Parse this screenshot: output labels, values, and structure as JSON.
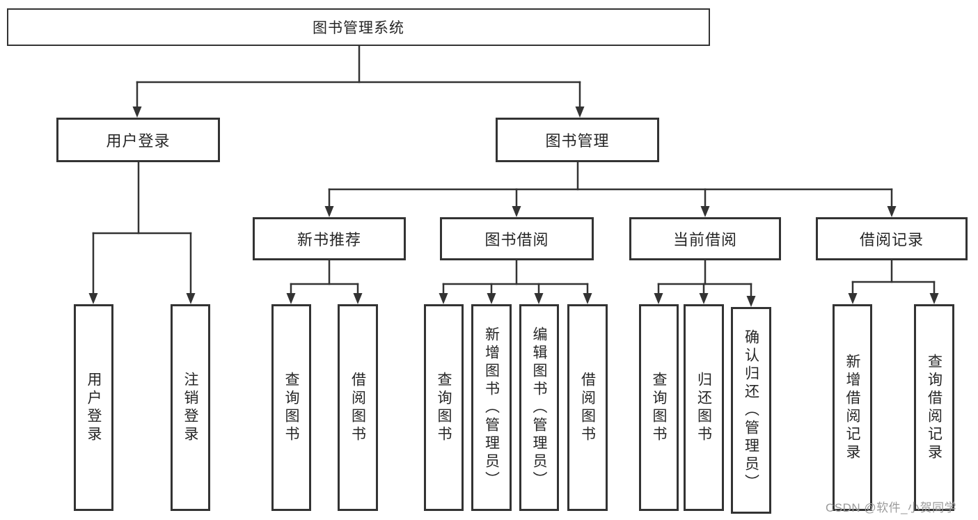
{
  "colors": {
    "background": "#ffffff",
    "line": "#333333",
    "box_border": "#333333",
    "text": "#262626",
    "watermark": "#9b9b9b"
  },
  "watermark": {
    "text": "CSDN @软件_小贺同学"
  },
  "tree": {
    "root": {
      "label": "图书管理系统"
    },
    "user": {
      "label": "用户登录",
      "children": [
        {
          "label": "用户登录"
        },
        {
          "label": "注销登录"
        }
      ]
    },
    "book": {
      "label": "图书管理",
      "groups": [
        {
          "label": "新书推荐",
          "children": [
            {
              "label": "查询图书"
            },
            {
              "label": "借阅图书"
            }
          ]
        },
        {
          "label": "图书借阅",
          "children": [
            {
              "label": "查询图书"
            },
            {
              "label": "新增图书（管理员）"
            },
            {
              "label": "编辑图书（管理员）"
            },
            {
              "label": "借阅图书"
            }
          ]
        },
        {
          "label": "当前借阅",
          "children": [
            {
              "label": "查询图书"
            },
            {
              "label": "归还图书"
            },
            {
              "label": "确认归还（管理员）"
            }
          ]
        },
        {
          "label": "借阅记录",
          "children": [
            {
              "label": "新增借阅记录"
            },
            {
              "label": "查询借阅记录"
            }
          ]
        }
      ]
    }
  }
}
